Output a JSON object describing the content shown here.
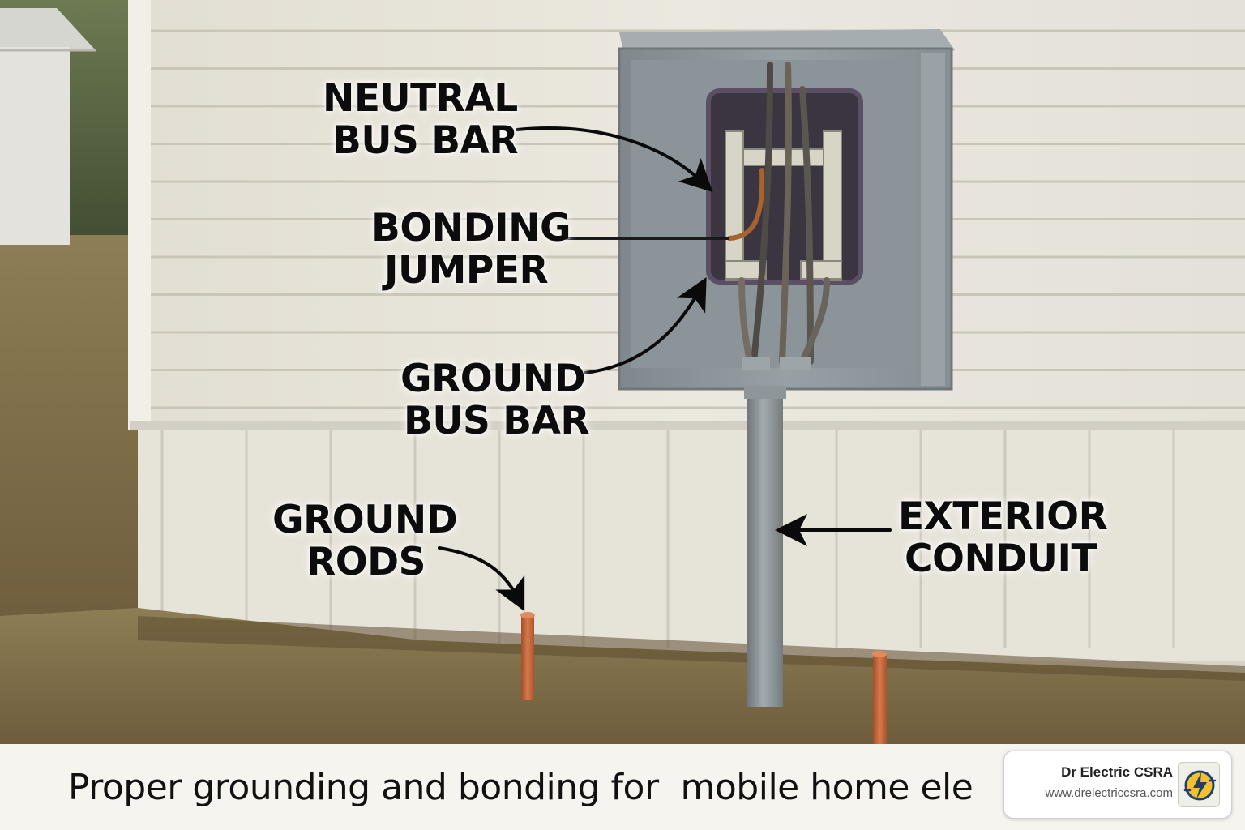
{
  "labels": {
    "neutral_bus_bar": [
      "NEUTRAL",
      "BUS BAR"
    ],
    "bonding_jumper": [
      "BONDING",
      "JUMPER"
    ],
    "ground_bus_bar": [
      "GROUND",
      "BUS BAR"
    ],
    "ground_rods": [
      "GROUND",
      "RODS"
    ],
    "exterior_conduit": [
      "EXTERIOR",
      "CONDUIT"
    ]
  },
  "caption": "Proper grounding and bonding for  mobile home ele",
  "brand": {
    "name": "Dr Electric CSRA",
    "url": "www.drelectriccsra.com"
  },
  "icons": {
    "logo": "lightning-bolt-icon"
  },
  "colors": {
    "siding": "#e9e6dc",
    "panel": "#8d969b",
    "ground_rod": "#c8643a",
    "bonding_wire": "#a5632d",
    "grass": "#8a7650"
  }
}
